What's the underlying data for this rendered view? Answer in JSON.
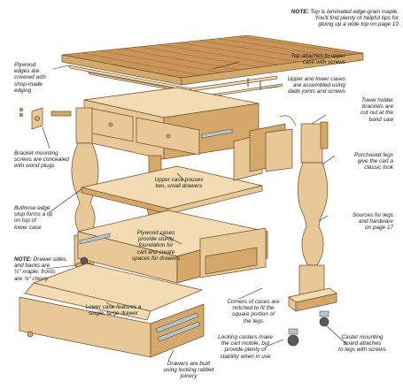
{
  "notes": {
    "top_note_label": "NOTE:",
    "top_note": " Top is laminated edge-grain maple.\nYou'll find plenty of helpful tips for\ngluing up a wide top on page 10",
    "top_attaches": "Top attaches to upper\ncase with screws",
    "plywood_edges": "Plywood\nedges are\ncovered with\nshop-made\nedging",
    "upper_lower_cases": "Upper and lower cases\nare assembled using\ndado joints and screws",
    "towel_holder": "Towel holder\nbrackets are\ncut out at the\nband saw",
    "bracket_screws": "Bracket mounting\nscrews are concealed\nwith wood plugs",
    "upper_case_houses": "Upper case houses\ntwo, small drawers",
    "purchased_legs": "Purchased legs\ngive the cart a\nclassic look",
    "bullnose": "Bullnose edge\nstop forms a lip\non top of\nlower case",
    "plywood_cases": "Plywood cases\nprovide sturdy\nfoundation for\ncart and create\nspaces for drawers",
    "sources": "Sources for legs\nand hardware\non page 17",
    "drawer_sides_label": "NOTE:",
    "drawer_sides": " Drawer sides\nand backs are\n½\" maple; fronts\nare ¾\" cherry",
    "lower_case_features": "Lower case features a\nsingle, large drawer",
    "corners_notched": "Corners of cases are\nnotched to fit the\nsquare portion of\nthe legs",
    "locking_casters": "Locking casters make\nthe cart mobile, but\nprovide plenty of\nstability when in use",
    "caster_board": "Caster mounting\nboard attaches\nto legs with screws",
    "drawers_rabbet": "Drawers are built\nusing locking rabbet\njoinery"
  },
  "colors": {
    "wood_light": "#f3dcb3",
    "wood_mid": "#e8c896",
    "wood_dark": "#d4a868",
    "maple_top": "#c89458",
    "outline": "#6b4a24"
  }
}
